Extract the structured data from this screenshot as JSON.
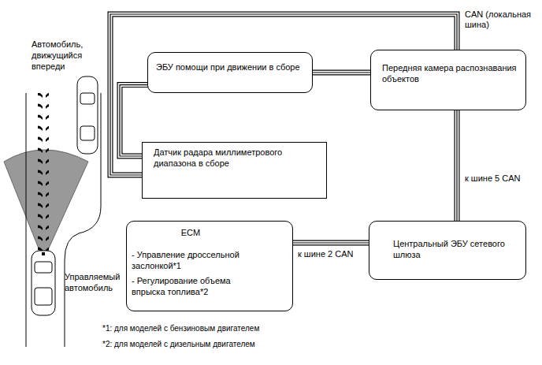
{
  "diagram": {
    "nodes": [
      {
        "text": [
          "ЭБУ помощи при движении в сборе"
        ]
      },
      {
        "text": [
          "Передняя камера распознавания объектов"
        ]
      },
      {
        "text": [
          "Датчик радара миллиметрового диапазона в сборе"
        ]
      },
      {
        "text": [
          "ECM",
          "- Управление дроссельной заслонкой*1",
          "- Регулирование объема впрыска топлива*2"
        ]
      },
      {
        "text": [
          "Центральный ЭБУ сетевого шлюза"
        ]
      }
    ],
    "edges": [
      {
        "from": 0,
        "to": 1,
        "arrow": "none"
      },
      {
        "from": 0,
        "to": 2,
        "arrow": "none"
      },
      {
        "from": 2,
        "to": 1,
        "label": "CAN (локальная шина)",
        "arrow": "none"
      },
      {
        "from": 1,
        "to": 4,
        "label": "к шине 5 CAN",
        "arrow": "none"
      },
      {
        "from": 3,
        "to": 4,
        "label": "к шине 2 CAN",
        "arrow": "none"
      }
    ],
    "labels": [
      "Автомобиль, движущийся впереди",
      "Управляемый автомобиль",
      "*1: для моделей с бензиновым двигателем",
      "*2: для моделей с дизельным двигателем"
    ]
  }
}
